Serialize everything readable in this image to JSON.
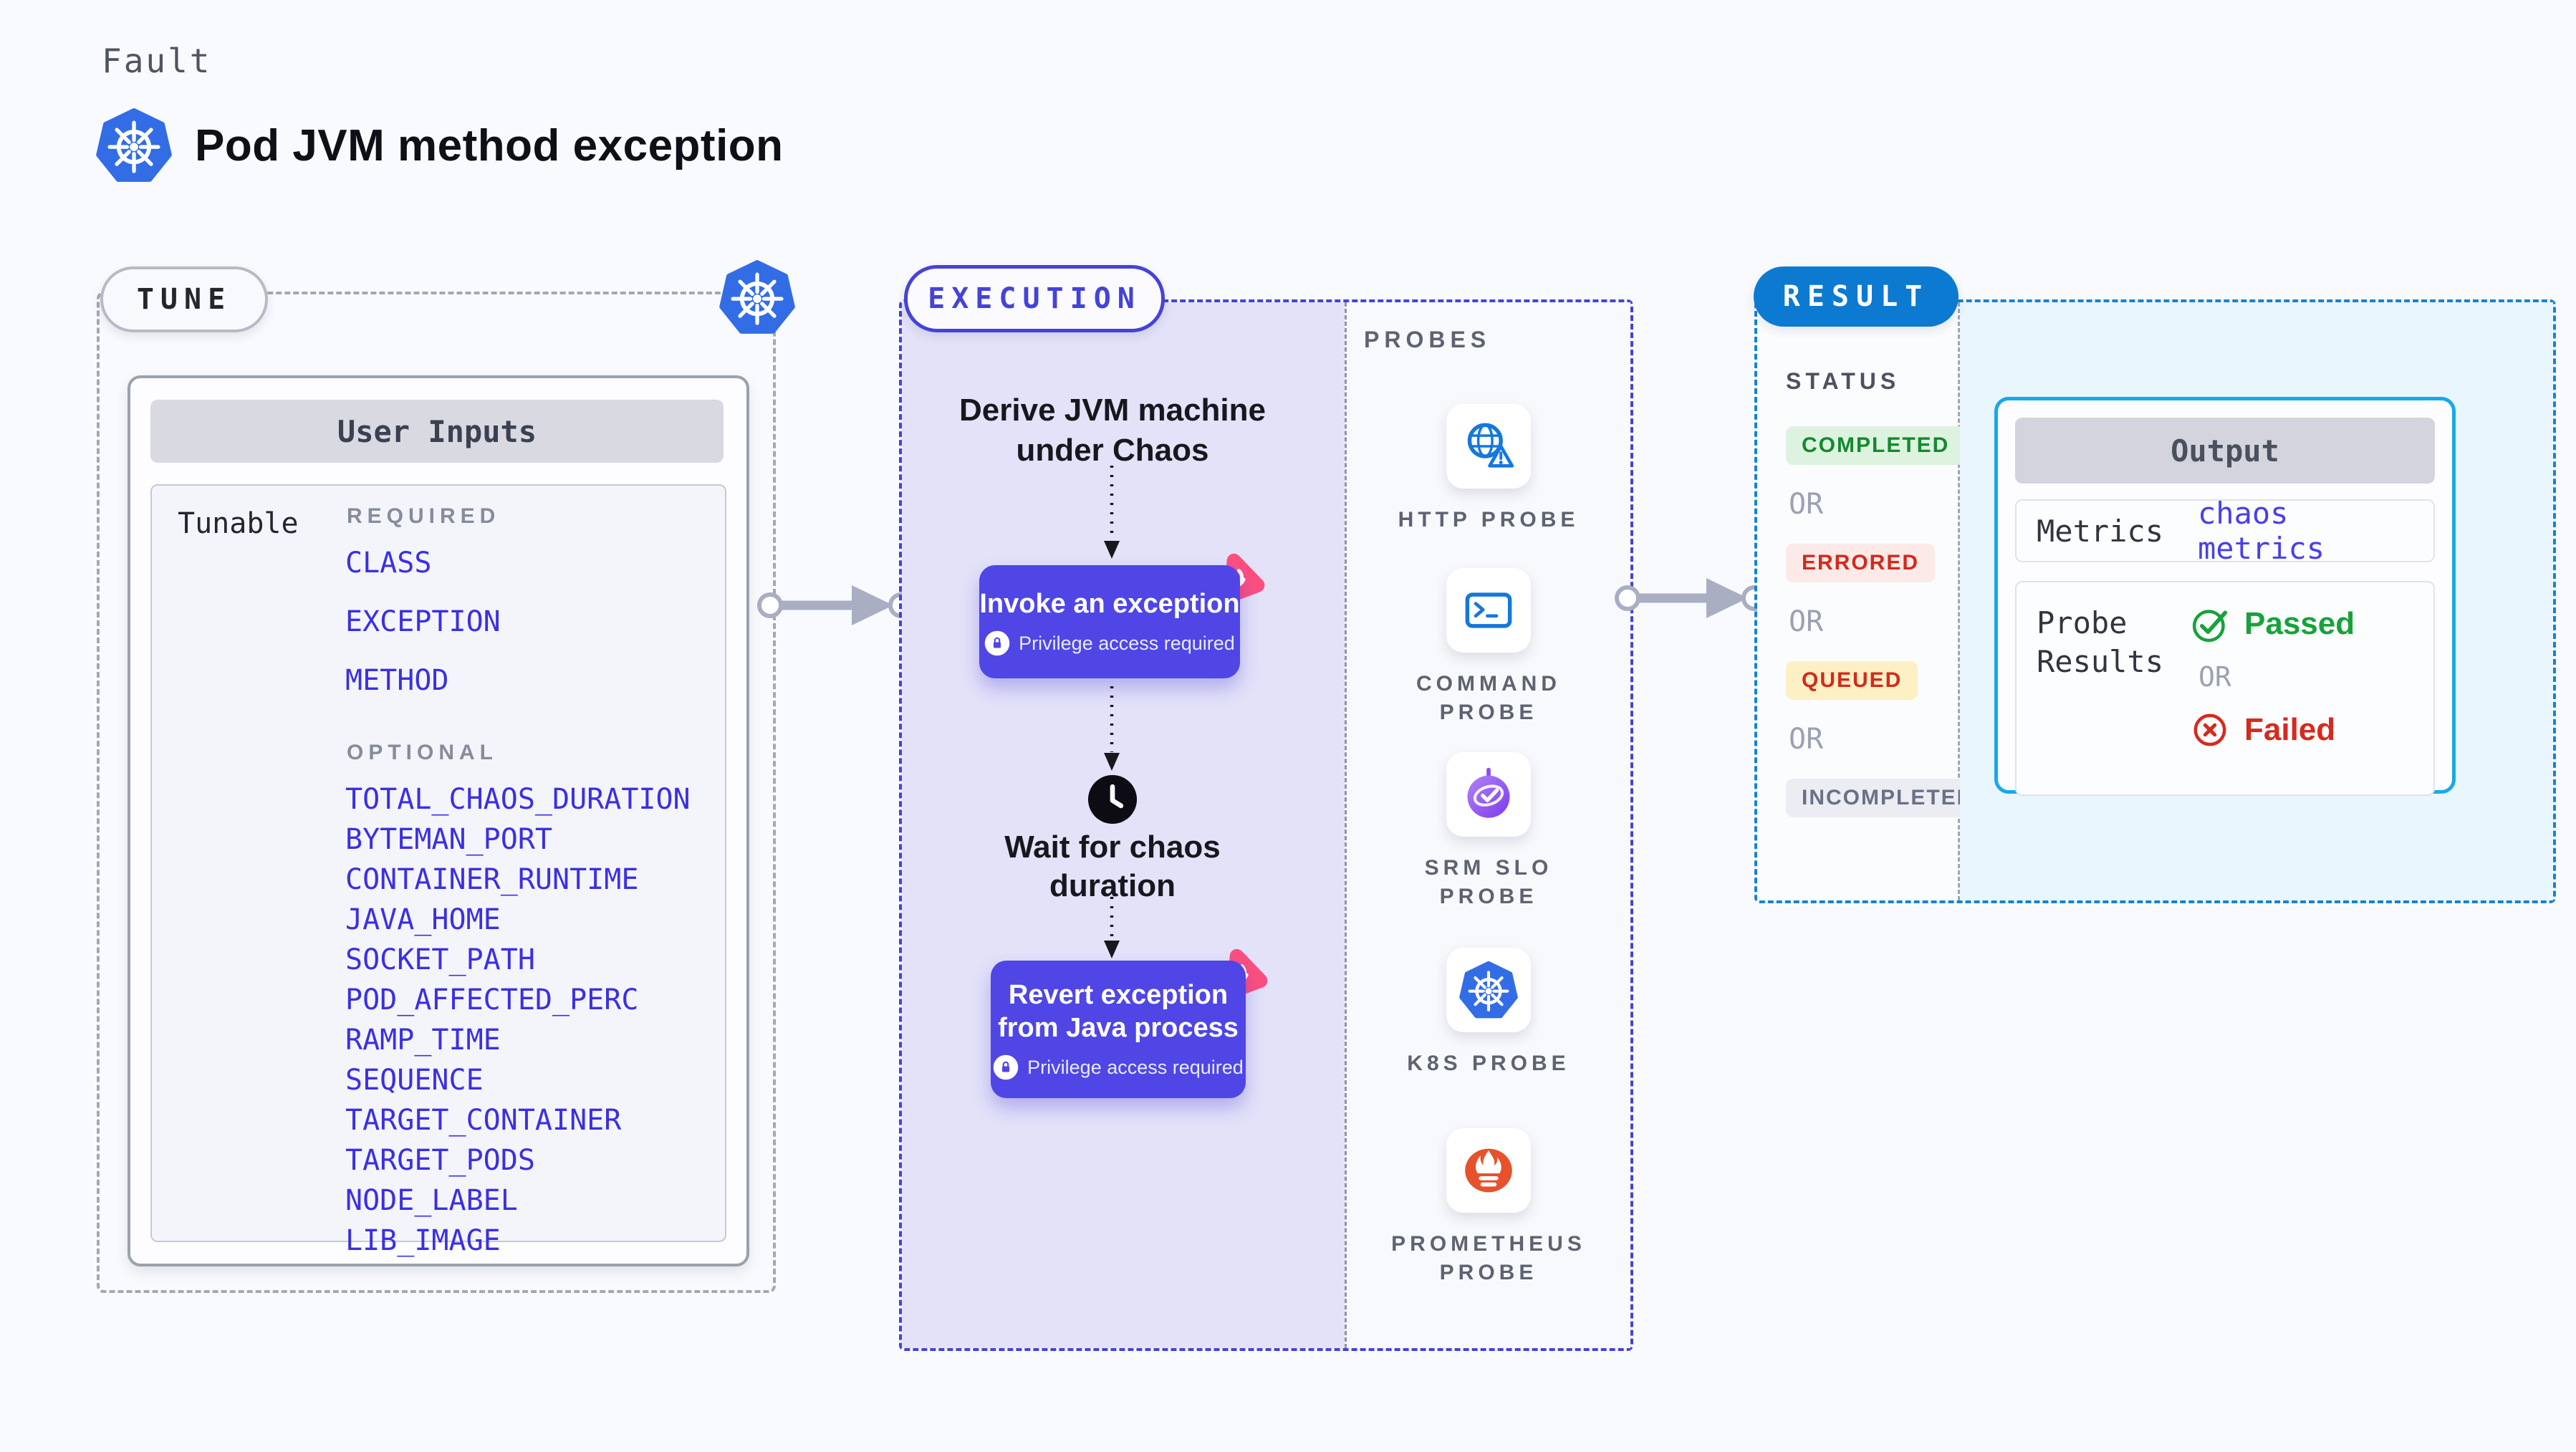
{
  "header": {
    "kicker": "Fault",
    "title": "Pod JVM method exception"
  },
  "tune": {
    "badge": "TUNE",
    "table_title": "User Inputs",
    "row_label": "Tunable",
    "required_label": "REQUIRED",
    "optional_label": "OPTIONAL",
    "required": [
      "CLASS",
      "EXCEPTION",
      "METHOD"
    ],
    "optional": [
      "TOTAL_CHAOS_DURATION",
      "BYTEMAN_PORT",
      "CONTAINER_RUNTIME",
      "JAVA_HOME",
      "SOCKET_PATH",
      "POD_AFFECTED_PERC",
      "RAMP_TIME",
      "SEQUENCE",
      "TARGET_CONTAINER",
      "TARGET_PODS",
      "NODE_LABEL",
      "LIB_IMAGE"
    ]
  },
  "execution": {
    "badge": "EXECUTION",
    "derive_label": "Derive JVM machine\nunder Chaos",
    "invoke_label": "Invoke an exception",
    "wait_label": "Wait for chaos\nduration",
    "revert_label": "Revert exception\nfrom Java process",
    "privilege_note": "Privilege access required"
  },
  "probes": {
    "title": "PROBES",
    "items": [
      {
        "label": "HTTP PROBE",
        "icon": "globe-warning-icon"
      },
      {
        "label": "COMMAND\nPROBE",
        "icon": "terminal-icon"
      },
      {
        "label": "SRM SLO\nPROBE",
        "icon": "slo-gauge-icon"
      },
      {
        "label": "K8S PROBE",
        "icon": "kubernetes-icon"
      },
      {
        "label": "PROMETHEUS\nPROBE",
        "icon": "prometheus-flame-icon"
      }
    ]
  },
  "result": {
    "badge": "RESULT",
    "status_label": "STATUS",
    "or_label": "OR",
    "statuses": [
      {
        "label": "COMPLETED",
        "text_color": "#128a2e",
        "bg_color": "#def3df"
      },
      {
        "label": "ERRORED",
        "text_color": "#d22a1c",
        "bg_color": "#fbeae8"
      },
      {
        "label": "QUEUED",
        "text_color": "#d22a1c",
        "bg_color": "#fcf0c4"
      },
      {
        "label": "INCOMPLETED",
        "text_color": "#6a7186",
        "bg_color": "#ebedf3"
      }
    ],
    "output": {
      "title": "Output",
      "metrics_label": "Metrics",
      "metrics_value": "chaos metrics",
      "probe_results_label": "Probe\nResults",
      "passed_label": "Passed",
      "failed_label": "Failed"
    }
  },
  "colors": {
    "page_bg": "#f9fafd",
    "execution_accent": "#4543d8",
    "execution_fill": "#e3e2f9",
    "result_accent": "#1583d2",
    "result_fill": "#e9f6fd",
    "output_border": "#18a9e9",
    "button_bg": "#4f46e5",
    "tunable_link": "#3b2fe4",
    "kubernetes_blue": "#326de6",
    "probe_icon_blue": "#1478dc",
    "prometheus_orange": "#e6522c",
    "srm_purple": "#7c3bed",
    "litmus_pink": "#fb4f80",
    "passed_green": "#17a23b",
    "failed_red": "#d62a1e"
  }
}
